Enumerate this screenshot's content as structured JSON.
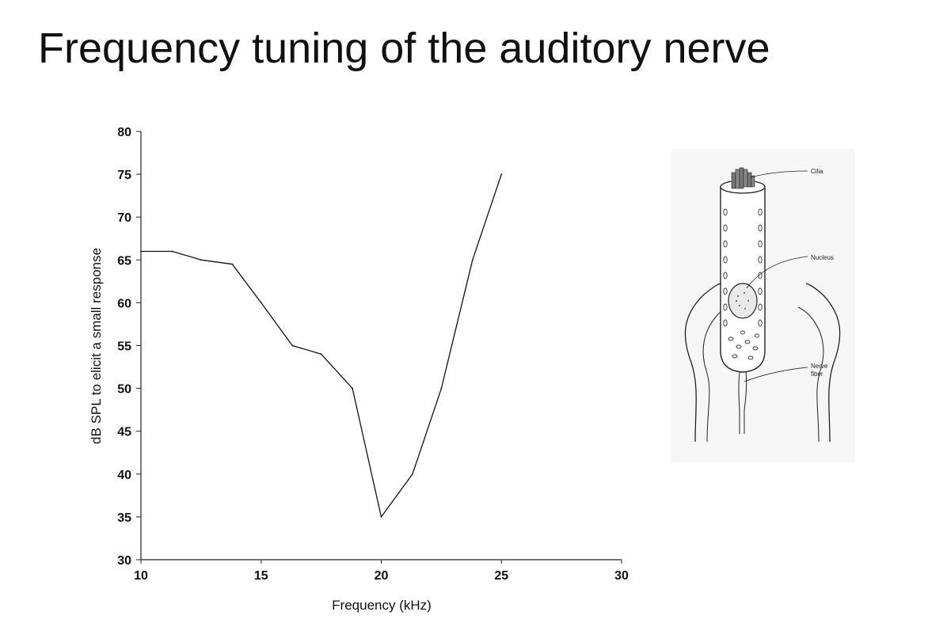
{
  "slide": {
    "title": "Frequency tuning of the auditory nerve"
  },
  "chart_data": {
    "type": "line",
    "title": "",
    "xlabel": "Frequency (kHz)",
    "ylabel": "dB SPL to elicit a small response",
    "xlim": [
      10,
      30
    ],
    "ylim": [
      30,
      80
    ],
    "xticks": [
      10,
      15,
      20,
      25,
      30
    ],
    "yticks": [
      30,
      35,
      40,
      45,
      50,
      55,
      60,
      65,
      70,
      75,
      80
    ],
    "grid": false,
    "series": [
      {
        "x": [
          10,
          11.3,
          12.5,
          13.8,
          15,
          16.3,
          17.5,
          18.8,
          20,
          21.3,
          22.5,
          23.8,
          25
        ],
        "y": [
          66,
          66,
          65,
          64.5,
          60,
          55,
          54,
          50,
          35,
          40,
          50,
          65,
          75
        ]
      }
    ],
    "color": "#111111"
  },
  "diagram": {
    "labels": {
      "cilia": "Cilia",
      "nucleus": "Nucleus",
      "nerve_fiber_line1": "Nerve",
      "nerve_fiber_line2": "fiber"
    }
  }
}
